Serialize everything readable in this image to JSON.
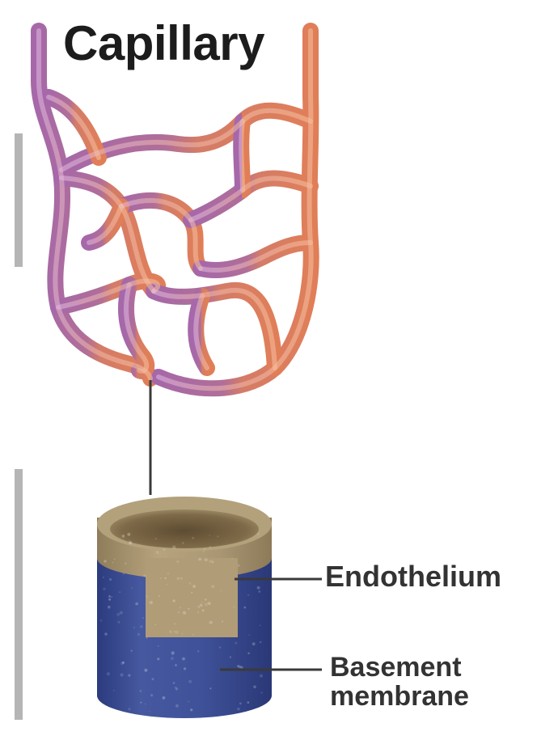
{
  "figure": {
    "title": "Capillary",
    "labels": {
      "endothelium": "Endothelium",
      "basement_line1": "Basement",
      "basement_line2": "membrane"
    }
  },
  "colors": {
    "venous_end": "#a668a8",
    "arterial_end": "#e07e58",
    "endothelium": "#a89572",
    "basement_membrane": "#3e4f96",
    "leader_line": "#3a3a3a"
  }
}
